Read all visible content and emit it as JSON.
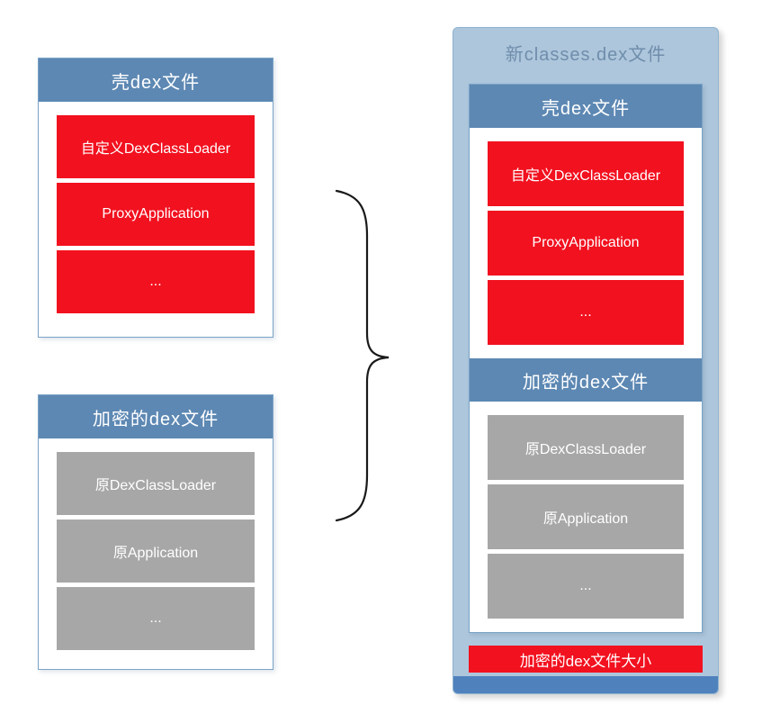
{
  "left": {
    "shell": {
      "title": "壳dex文件",
      "items": [
        "自定义DexClassLoader",
        "ProxyApplication",
        "..."
      ]
    },
    "encrypted": {
      "title": "加密的dex文件",
      "items": [
        "原DexClassLoader",
        "原Application",
        "..."
      ]
    }
  },
  "right": {
    "title": "新classes.dex文件",
    "shell": {
      "title": "壳dex文件",
      "items": [
        "自定义DexClassLoader",
        "ProxyApplication",
        "..."
      ]
    },
    "encrypted": {
      "title": "加密的dex文件",
      "items": [
        "原DexClassLoader",
        "原Application",
        "..."
      ]
    },
    "size_bar": "加密的dex文件大小"
  },
  "colors": {
    "header_blue": "#5d88b3",
    "panel_blue": "#adc6dc",
    "panel_bottom_blue": "#4f81bd",
    "box_red": "#f2111f",
    "box_gray": "#a7a7a7"
  }
}
